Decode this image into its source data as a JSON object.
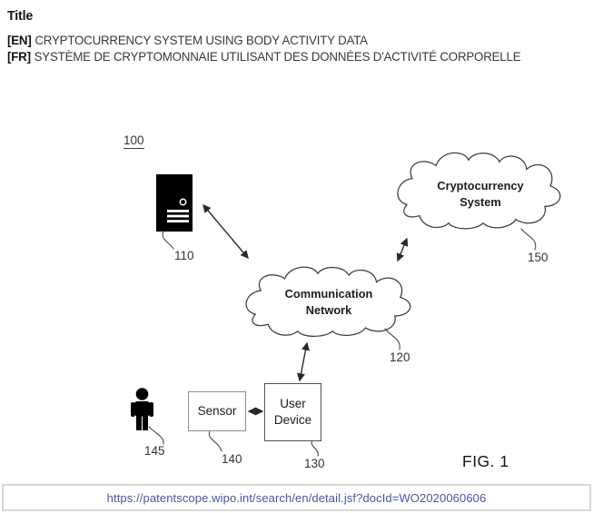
{
  "header": {
    "section_label": "Title",
    "en": {
      "tag": "[EN]",
      "text": "CRYPTOCURRENCY SYSTEM USING BODY ACTIVITY DATA"
    },
    "fr": {
      "tag": "[FR]",
      "text": "SYSTÈME DE CRYPTOMONNAIE UTILISANT DES DONNÉES D'ACTIVITÉ CORPORELLE"
    }
  },
  "figure": {
    "caption": "FIG. 1",
    "system_ref": "100",
    "server": {
      "ref": "110",
      "icon": "server-tower-icon"
    },
    "communication_network": {
      "line1": "Communication",
      "line2": "Network",
      "ref": "120",
      "shape": "cloud"
    },
    "cryptocurrency_system": {
      "line1": "Cryptocurrency",
      "line2": "System",
      "ref": "150",
      "shape": "cloud"
    },
    "user_device": {
      "line1": "User",
      "line2": "Device",
      "ref": "130"
    },
    "sensor": {
      "label": "Sensor",
      "ref": "140"
    },
    "user": {
      "ref": "145",
      "icon": "person-icon"
    }
  },
  "footer": {
    "url": "https://patentscope.wipo.int/search/en/detail.jsf?docId=WO2020060606"
  },
  "colors": {
    "url_text": "#4a55a5",
    "url_box_border": "#d7d7d7",
    "figure_line": "#2a2a2a",
    "sensor_border": "#8f8f8f",
    "device_border": "#4f4f4f",
    "icon_fill": "#000000"
  }
}
